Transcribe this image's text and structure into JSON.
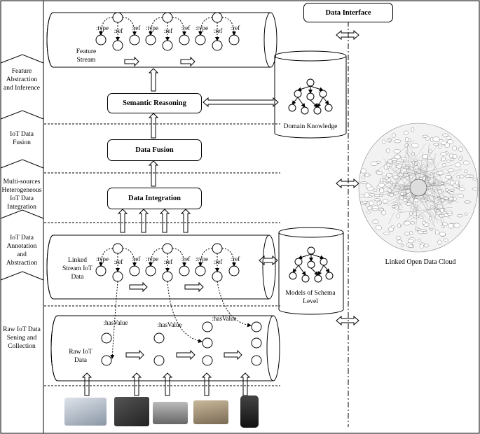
{
  "layers": [
    {
      "id": "feature",
      "label": "Feature Abstraction and Inference"
    },
    {
      "id": "fusion",
      "label": "IoT Data Fusion"
    },
    {
      "id": "integration",
      "label": "Multi-sources Heterogeneous IoT Data Integration"
    },
    {
      "id": "annotation",
      "label": "IoT Data Annotation and Abstraction"
    },
    {
      "id": "raw",
      "label": "Raw IoT Data Sening and Collection"
    }
  ],
  "boxes": {
    "semantic_reasoning": "Semantic Reasoning",
    "data_fusion": "Data Fusion",
    "data_integration": "Data Integration",
    "data_interface": "Data Interface"
  },
  "cylinders": {
    "feature_stream": "Feature Stream",
    "linked_stream": "Linked Stream IoT Data",
    "raw_data": "Raw IoT Data",
    "domain_knowledge": "Domain Knowledge",
    "schema_models": "Models of Schema Level"
  },
  "edge_labels": {
    "type": ":type",
    "ref": ":ref",
    "has_value": ":hasValue"
  },
  "cloud_label": "Linked Open Data Cloud",
  "devices": [
    "barcode-scanner",
    "rfid-reader",
    "camera",
    "sensor",
    "smartphone"
  ],
  "colors": {
    "line": "#000000",
    "device_blue": "#4a6a9a",
    "cloud_fill": "#f2f2f2"
  }
}
